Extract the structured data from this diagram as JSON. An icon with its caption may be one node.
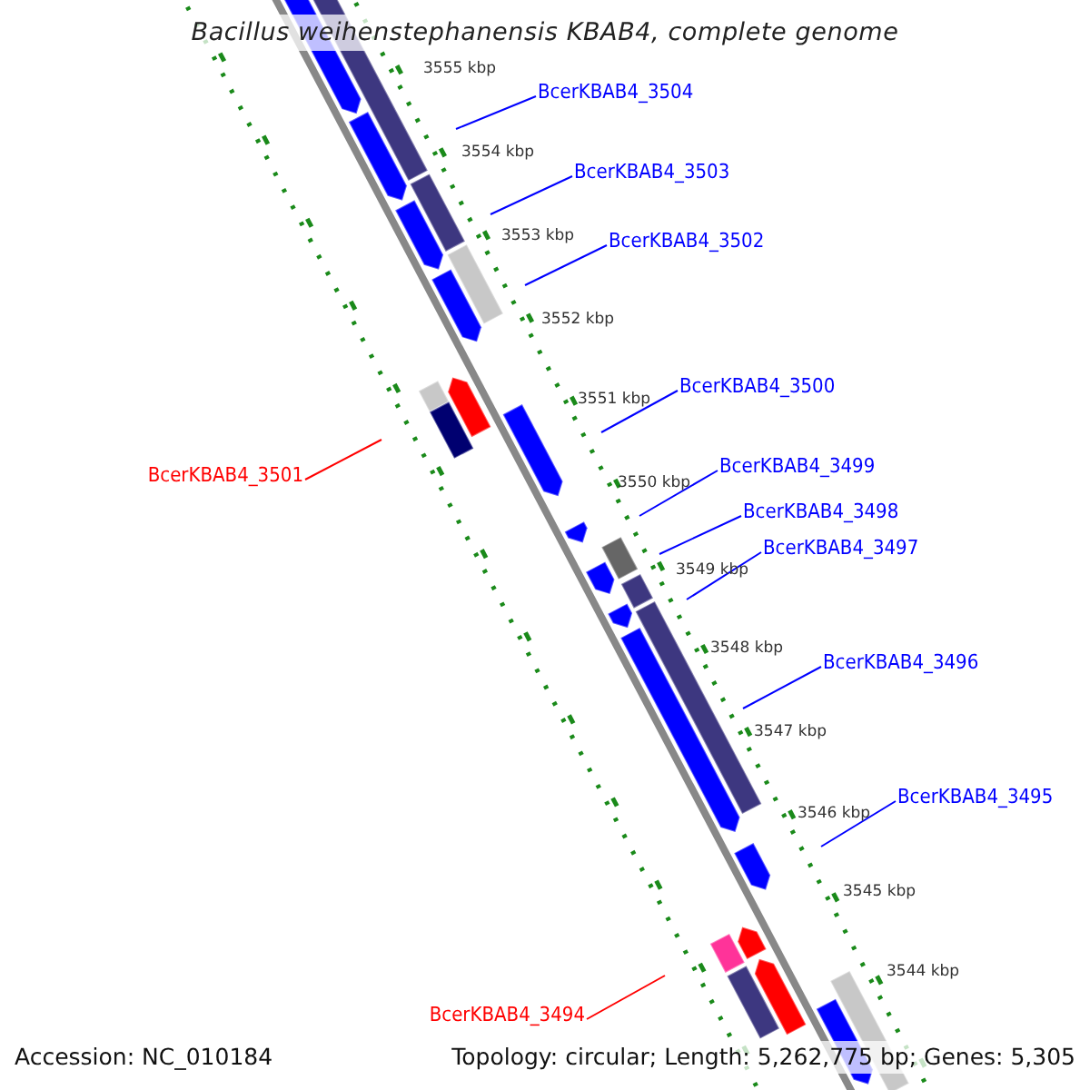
{
  "diagram": {
    "title": "Bacillus weihenstephanensis KBAB4, complete genome",
    "nodes": [
      {
        "text": [
          "BcerKBAB4_3504"
        ]
      },
      {
        "text": [
          "BcerKBAB4_3503"
        ]
      },
      {
        "text": [
          "BcerKBAB4_3502"
        ]
      },
      {
        "text": [
          "BcerKBAB4_3500"
        ]
      },
      {
        "text": [
          "BcerKBAB4_3501"
        ]
      },
      {
        "text": [
          "BcerKBAB4_3499"
        ]
      },
      {
        "text": [
          "BcerKBAB4_3498"
        ]
      },
      {
        "text": [
          "BcerKBAB4_3497"
        ]
      },
      {
        "text": [
          "BcerKBAB4_3496"
        ]
      },
      {
        "text": [
          "BcerKBAB4_3495"
        ]
      },
      {
        "text": [
          "BcerKBAB4_3494"
        ]
      }
    ],
    "edges": [
      {
        "from": 0,
        "to": null,
        "arrow": "none"
      },
      {
        "from": 1,
        "to": null,
        "arrow": "none"
      },
      {
        "from": 2,
        "to": null,
        "arrow": "none"
      },
      {
        "from": 3,
        "to": null,
        "arrow": "none"
      },
      {
        "from": 4,
        "to": null,
        "arrow": "none",
        "color": "#ff0000"
      },
      {
        "from": 5,
        "to": null,
        "arrow": "none"
      },
      {
        "from": 6,
        "to": null,
        "arrow": "none"
      },
      {
        "from": 7,
        "to": null,
        "arrow": "none"
      },
      {
        "from": 8,
        "to": null,
        "arrow": "none"
      },
      {
        "from": 9,
        "to": null,
        "arrow": "none"
      },
      {
        "from": 10,
        "to": null,
        "arrow": "none",
        "color": "#ff0000"
      }
    ],
    "labels": [
      "3555 kbp",
      "3554 kbp",
      "3553 kbp",
      "3552 kbp",
      "3551 kbp",
      "3550 kbp",
      "3549 kbp",
      "3548 kbp",
      "3547 kbp",
      "3546 kbp",
      "3545 kbp",
      "3544 kbp",
      "Accession: NC_010184",
      "Topology: circular; Length: 5,262,775 bp; Genes: 5,305"
    ]
  }
}
